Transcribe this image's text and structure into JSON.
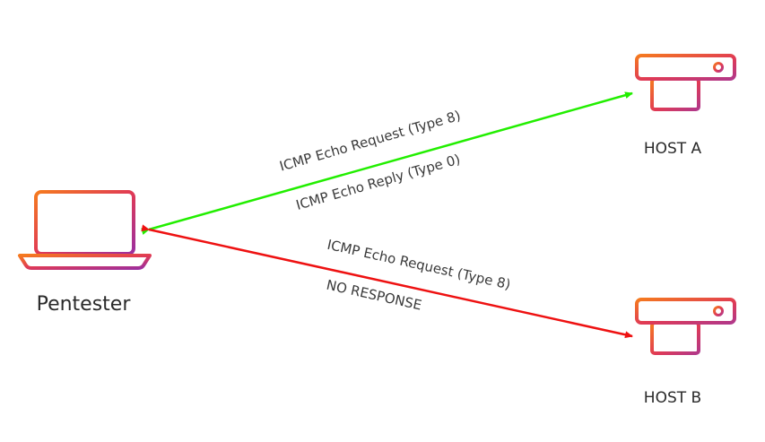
{
  "nodes": {
    "pentester": {
      "label": "Pentester"
    },
    "host_a": {
      "label": "HOST A"
    },
    "host_b": {
      "label": "HOST B"
    }
  },
  "edges": {
    "to_host_a": {
      "color": "#22ee00",
      "request_label": "ICMP Echo Request (Type 8)",
      "reply_label": "ICMP Echo Reply (Type 0)"
    },
    "to_host_b": {
      "color": "#ee1111",
      "request_label": "ICMP Echo Request (Type 8)",
      "reply_label": "NO RESPONSE"
    }
  },
  "colors": {
    "icon_gradient_start": "#f57a1f",
    "icon_gradient_mid": "#e03a55",
    "icon_gradient_end": "#b1388a"
  },
  "icons": {
    "pentester": "laptop-icon",
    "host_a": "server-monitor-icon",
    "host_b": "server-monitor-icon"
  }
}
